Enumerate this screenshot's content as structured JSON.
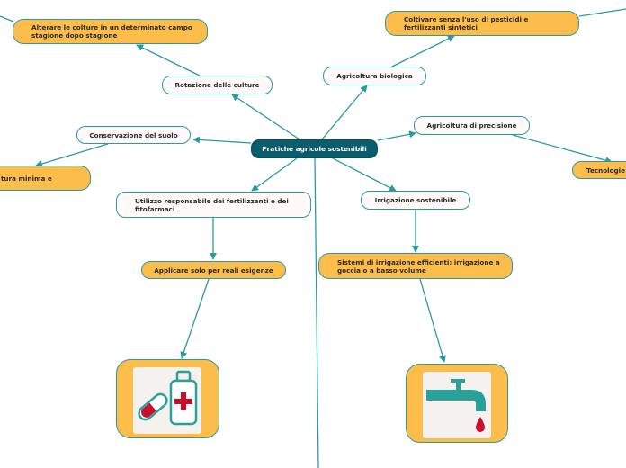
{
  "root": "Pratiche agricole sostenibili",
  "branches": {
    "rotazione": "Rotazione delle culture",
    "alterare": "Alterare le colture in un determinato campo stagione dopo stagione",
    "biologica": "Agricoltura biologica",
    "coltivare": "Coltivare senza l'uso di pesticidi e fertilizzanti sintetici",
    "conservazione": "Conservazione del suolo",
    "lavorazione": "tura minima e",
    "precisione": "Agricoltura di precisione",
    "tecnologie": "Tecnologie",
    "utilizzo": "Utilizzo responsabile dei fertilizzanti e dei fitofarmaci",
    "applicare": "Applicare solo per reali esigenze",
    "irrigazione": "Irrigazione sostenibile",
    "sistemi": "Sistemi di irrigazione efficienti: irrigazione a goccia o a basso volume"
  },
  "images": {
    "left": "medicine-bottle-and-pill-icon",
    "right": "water-tap-with-drop-icon"
  },
  "colors": {
    "root_fill": "#0a5d6a",
    "leaf_fill": "#fdbd4a",
    "sub_fill": "#fffaf7",
    "connector": "#2b9aa0"
  }
}
